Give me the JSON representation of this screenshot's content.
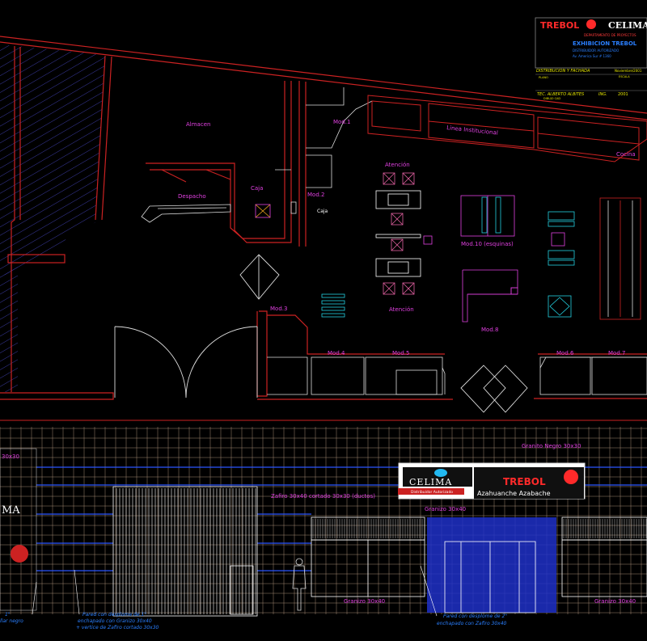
{
  "title_block": {
    "brand_trebol": "TREBOL",
    "brand_celima": "CELIMA",
    "line1": "DEPARTAMENTO DE PROYECTOS",
    "line2": "EXHIBICION TREBOL",
    "line3": "DISTRIBUIDOR AUTORIZADO",
    "line4": "Av. America Sur # 1360",
    "sheet_label": "DISTRIBUCION Y FACHADA",
    "sheet_small": "PLANO",
    "date_label": "Noviembre/2001",
    "date_small": "ESCALA",
    "drawn_by": "TEC. ALBERTO ALBITES",
    "checked_label": "ING.",
    "checked_small": "DIBUJO CAD",
    "number": "2001"
  },
  "plan_labels": {
    "almacen": "Almacen",
    "despacho": "Despacho",
    "caja_left": "Caja",
    "caja_right": "Caja",
    "mod1": "Mod.1",
    "mod2": "Mod.2",
    "mod3": "Mod.3",
    "mod4": "Mod.4",
    "mod5": "Mod.5",
    "mod6": "Mod.6",
    "mod7": "Mod.7",
    "mod8": "Mod.8",
    "mod10": "Mod.10  (esquinas)",
    "linea": "Linea Institucional",
    "atencion_top": "Atención",
    "atencion_bottom": "Atención",
    "cocina": "Cocina"
  },
  "elevation_labels": {
    "sign_celima": "CELIMA",
    "sign_celima_sub": "Distribuidor Autorizado",
    "sign_trebol": "TREBOL",
    "sign_sub": "Azahuanche  Azabache",
    "granito_negro": "Granito Negro 30x30",
    "zafiro_note": "Zafiro 30x40 cortado 30x30  (ductos)",
    "granizo": "Granizo 30x40",
    "granizo_left": "Granizo 30x40",
    "granizo_right": "Granizo 30x40",
    "pared_left_1": "Pared con desplome de 1\"",
    "pared_left_2": "enchapado con Granizo 30x40",
    "pared_left_3": "+ vertice de Zafiro cortado 30x30",
    "pared_right_1": "Pared con desplome de 2\"",
    "pared_right_2": "enchapado con Zafiro 30x40",
    "edge_left_1": "1\"",
    "edge_left_2": "llar negro",
    "edge_top_left": "30x30",
    "edge_celima_left": "MA"
  },
  "colors": {
    "wall": "#cc2222",
    "magenta": "#e040e0",
    "cyan": "#22d0e0",
    "yellow": "#e8e800",
    "blue": "#2a55ff",
    "grid": "#c8a890"
  }
}
